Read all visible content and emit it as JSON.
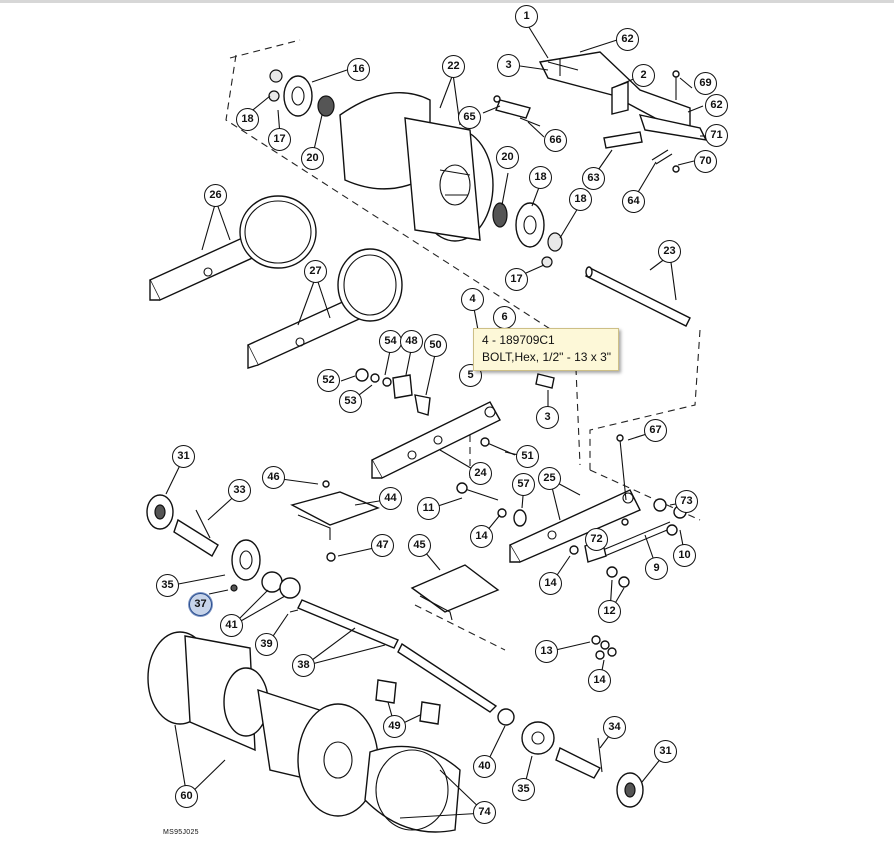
{
  "tooltip": {
    "line1": "4 -  189709C1",
    "line2": "BOLT,Hex, 1/2\" - 13 x 3\""
  },
  "drawing_code": "MS95J025",
  "highlighted_part": "37",
  "callouts": [
    "1",
    "62",
    "3",
    "2",
    "69",
    "62",
    "16",
    "22",
    "65",
    "71",
    "18",
    "17",
    "20",
    "66",
    "63",
    "70",
    "20",
    "18",
    "64",
    "18",
    "26",
    "17",
    "23",
    "27",
    "4",
    "6",
    "54",
    "48",
    "50",
    "52",
    "5",
    "53",
    "3",
    "67",
    "51",
    "31",
    "46",
    "33",
    "24",
    "44",
    "57",
    "25",
    "73",
    "11",
    "47",
    "14",
    "72",
    "45",
    "10",
    "35",
    "9",
    "37",
    "14",
    "12",
    "41",
    "39",
    "38",
    "13",
    "14",
    "34",
    "49",
    "60",
    "40",
    "31",
    "35",
    "74"
  ]
}
